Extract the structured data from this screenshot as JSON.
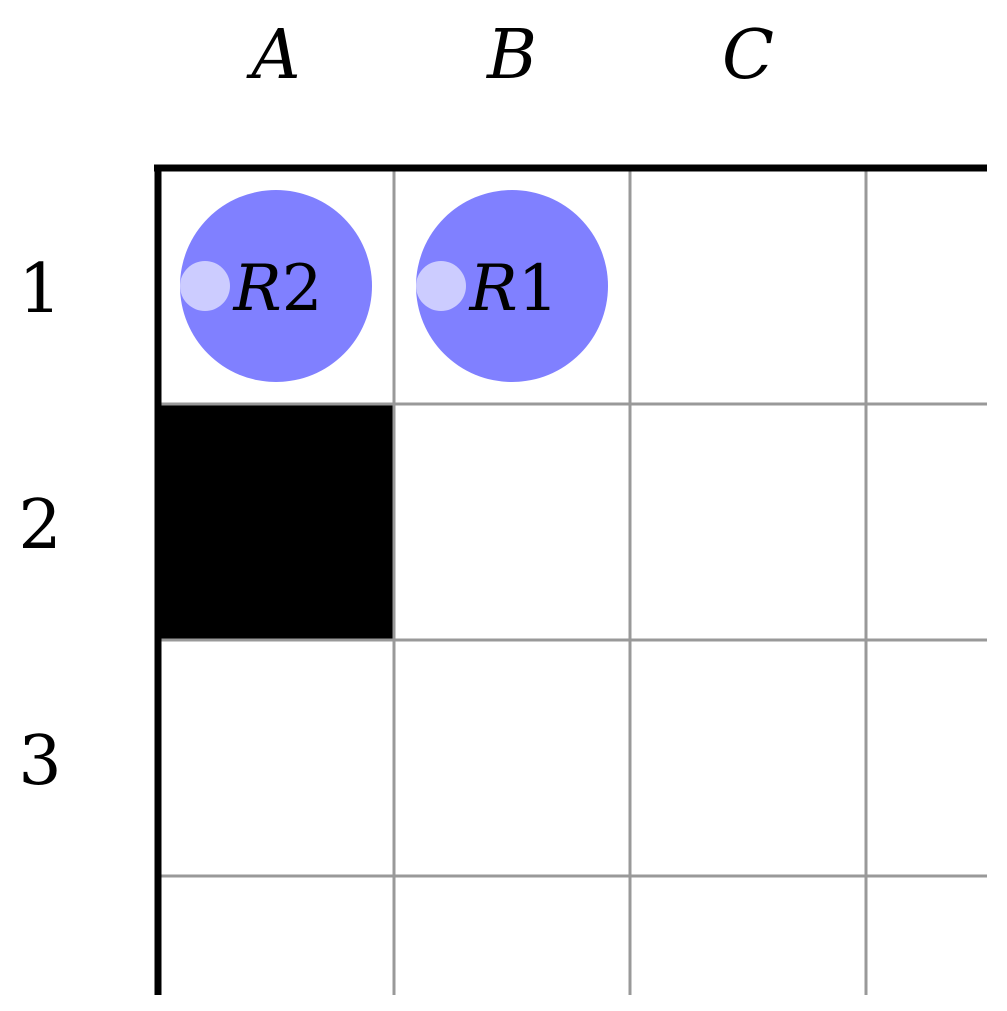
{
  "columns": [
    "A",
    "B",
    "C"
  ],
  "rows": [
    "1",
    "2",
    "3"
  ],
  "blocked_cells": [
    {
      "col": "A",
      "row": "2"
    }
  ],
  "robots": [
    {
      "id": "R2",
      "letter": "R",
      "number": "2",
      "col": "A",
      "row": "1"
    },
    {
      "id": "R1",
      "letter": "R",
      "number": "1",
      "col": "B",
      "row": "1"
    }
  ],
  "colors": {
    "robot_fill": "#8080ff",
    "robot_highlight": "#ccccff",
    "blocked": "#000000",
    "gridline": "#999999",
    "wall": "#000000"
  }
}
